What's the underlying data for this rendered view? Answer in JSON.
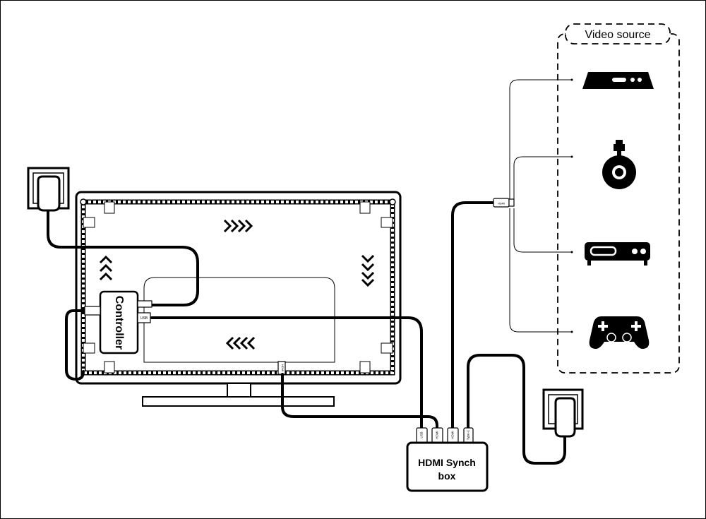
{
  "labels": {
    "controller": "Controller",
    "sync_box_line1": "HDMI Synch",
    "sync_box_line2": "box",
    "video_source": "Video source"
  },
  "ports": {
    "controller_usb": "USB",
    "tv_hdmi": "HDMI",
    "source_hdmi": "HDMI",
    "sync_usb": "USB",
    "sync_hdmi_in": "HDMI",
    "sync_hdmi_out": "HDMI",
    "sync_typec": "Type-C"
  },
  "video_sources": [
    {
      "icon": "set-top-box-icon"
    },
    {
      "icon": "streaming-dongle-icon"
    },
    {
      "icon": "media-player-icon"
    },
    {
      "icon": "gamepad-icon"
    }
  ],
  "colors": {
    "ink": "#000000",
    "background": "#ffffff"
  }
}
